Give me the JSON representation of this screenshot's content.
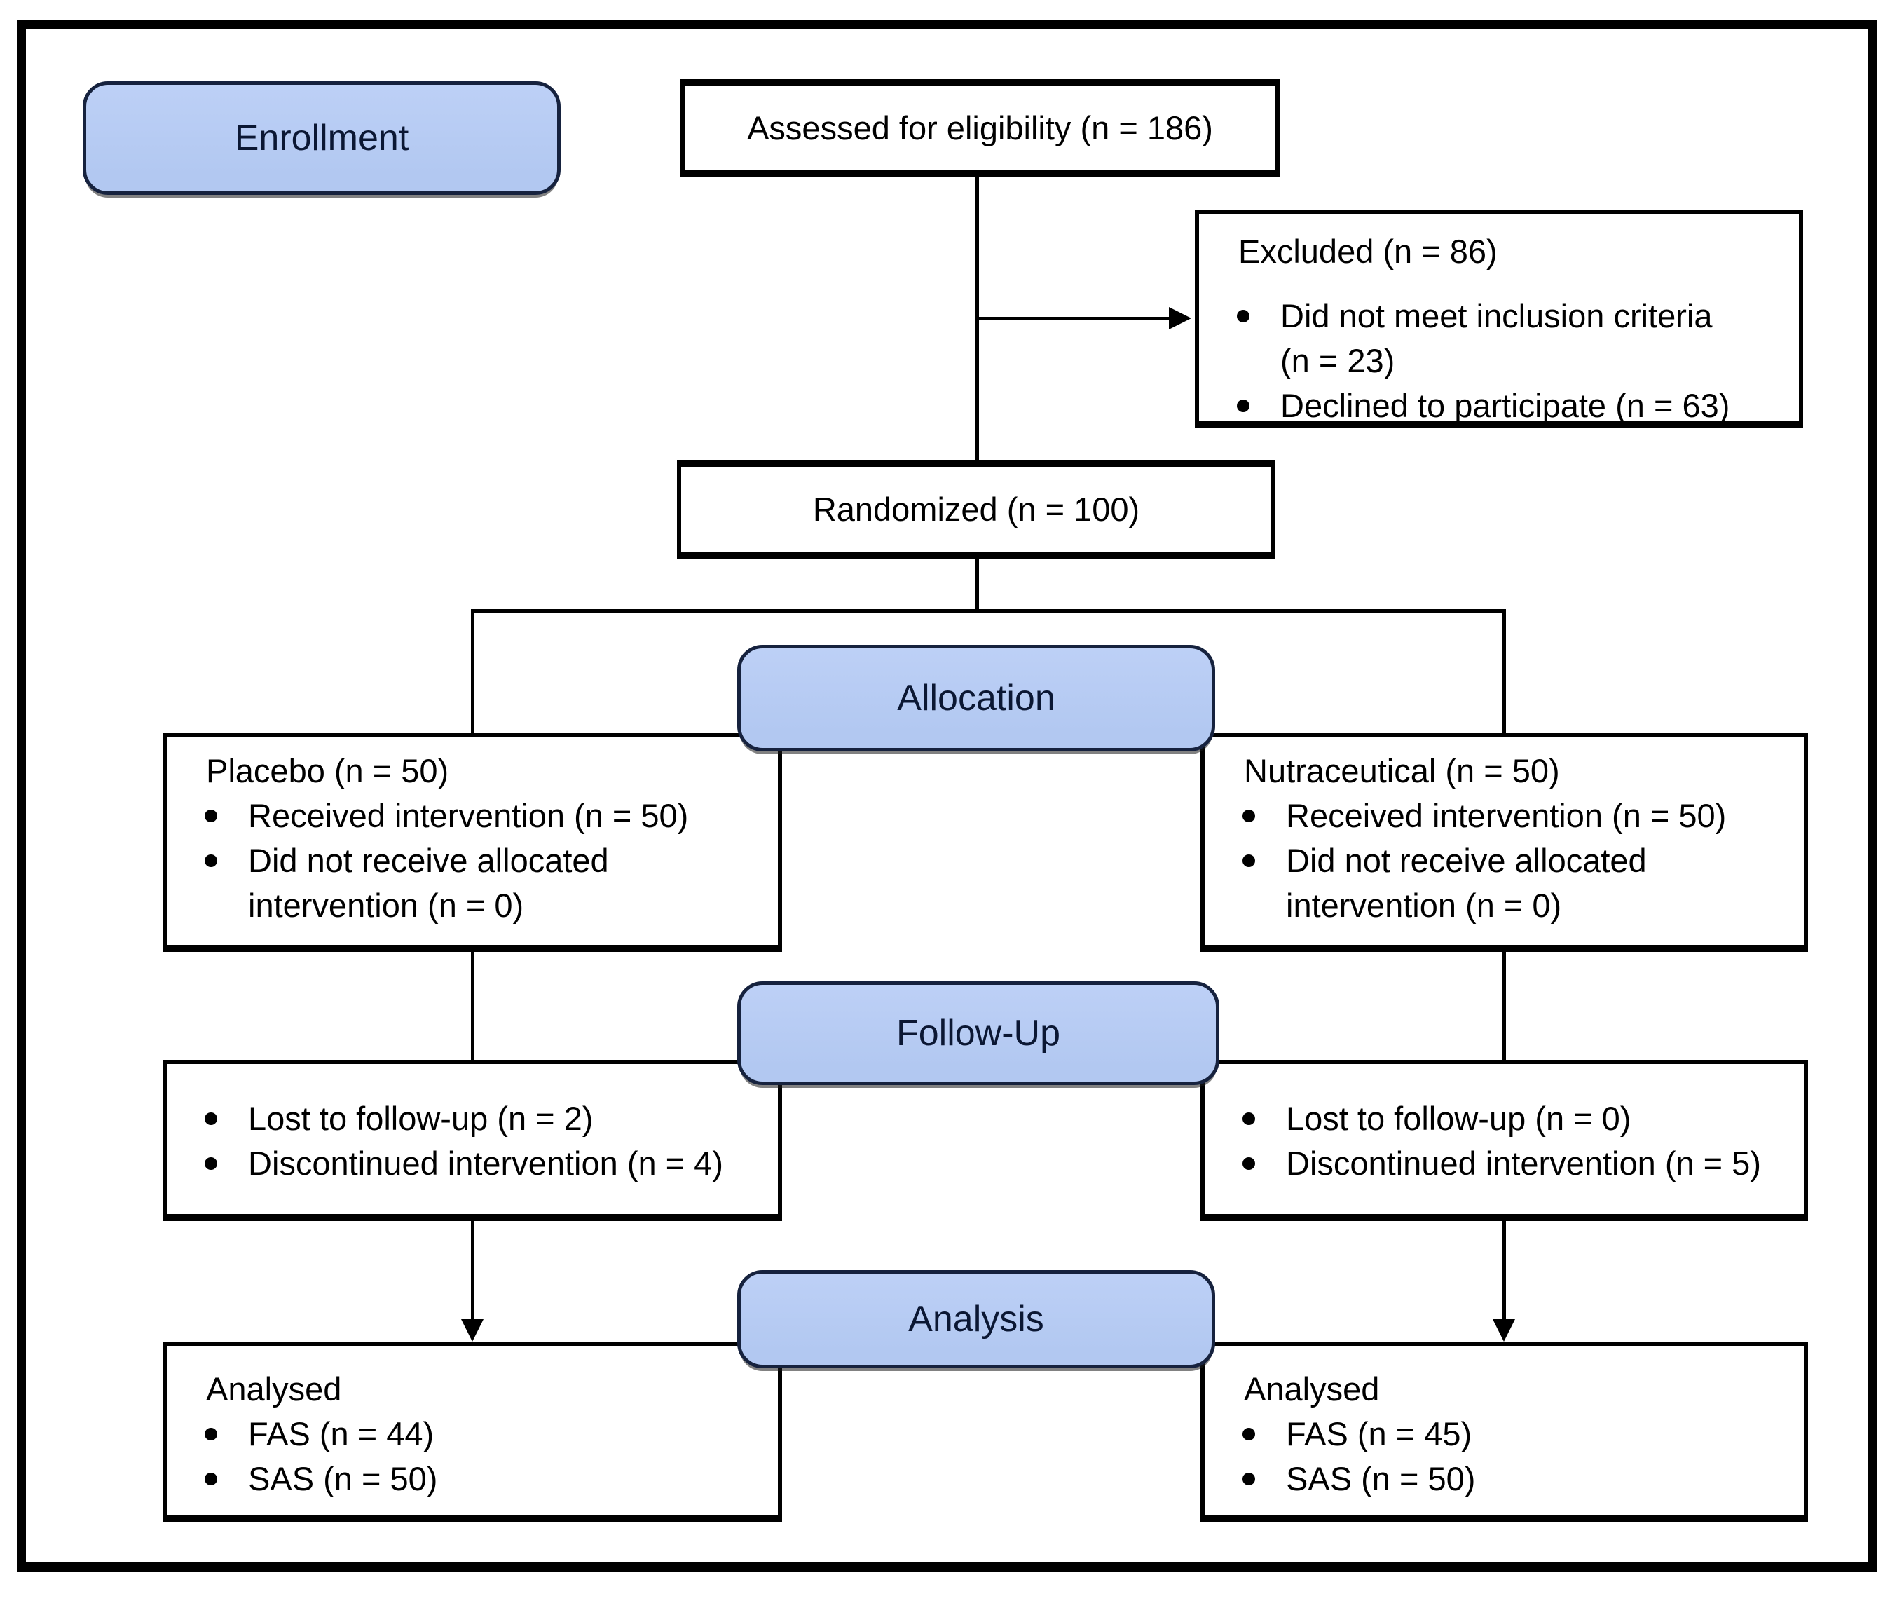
{
  "palette": {
    "stage_fill": "#b6cbf3",
    "stage_border": "#16223e",
    "stage_text": "#0b1733",
    "box_border": "#000000",
    "line_color": "#000000"
  },
  "stages": {
    "enrollment": "Enrollment",
    "allocation": "Allocation",
    "followup": "Follow-Up",
    "analysis": "Analysis"
  },
  "boxes": {
    "assessed": {
      "text": "Assessed for eligibility (n = 186)"
    },
    "excluded": {
      "title": "Excluded (n = 86)",
      "bullets": [
        "Did not meet inclusion criteria\n(n = 23)",
        "Declined to participate (n = 63)"
      ]
    },
    "randomized": {
      "text": "Randomized (n = 100)"
    },
    "allocation_left": {
      "title": "Placebo (n = 50)",
      "bullets": [
        "Received intervention (n = 50)",
        "Did not receive allocated\nintervention (n = 0)"
      ]
    },
    "allocation_right": {
      "title": "Nutraceutical (n = 50)",
      "bullets": [
        "Received intervention (n = 50)",
        "Did not receive allocated\nintervention (n = 0)"
      ]
    },
    "followup_left": {
      "bullets": [
        "Lost to follow-up (n = 2)",
        "Discontinued intervention (n = 4)"
      ]
    },
    "followup_right": {
      "bullets": [
        "Lost to follow-up (n = 0)",
        "Discontinued intervention (n = 5)"
      ]
    },
    "analysis_left": {
      "title": "Analysed",
      "bullets": [
        "FAS (n = 44)",
        "SAS (n = 50)"
      ]
    },
    "analysis_right": {
      "title": "Analysed",
      "bullets": [
        "FAS (n = 45)",
        "SAS (n = 50)"
      ]
    }
  }
}
